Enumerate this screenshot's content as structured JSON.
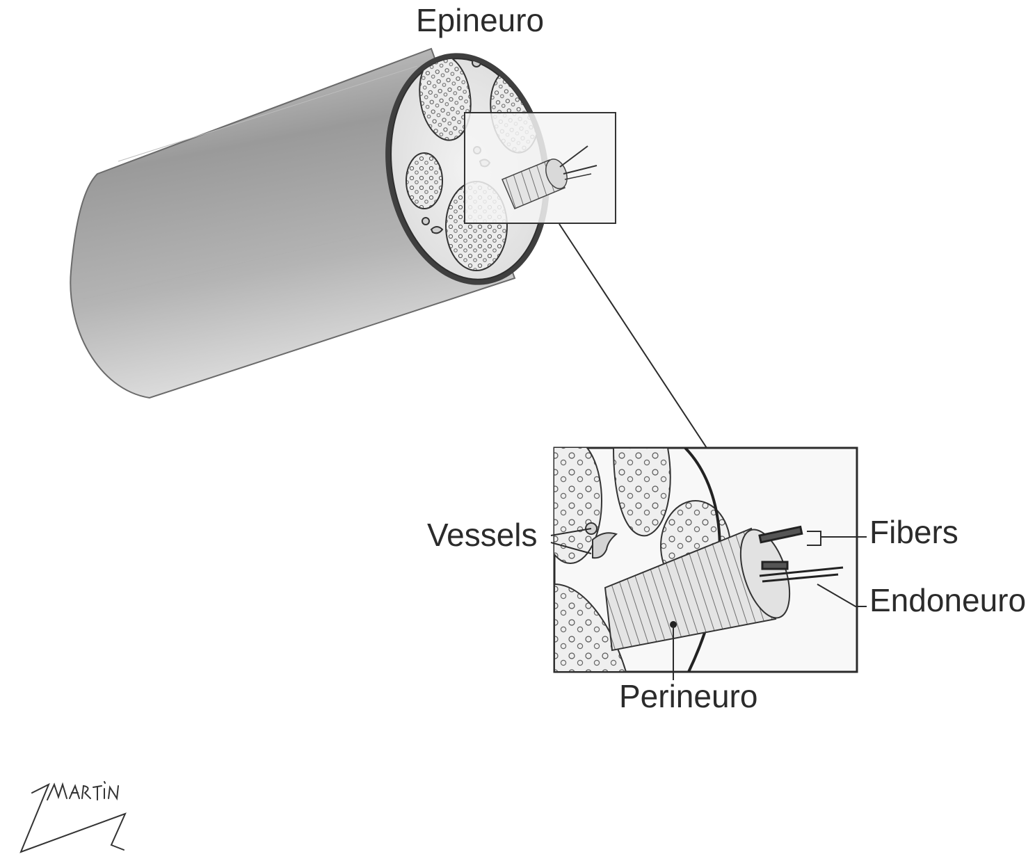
{
  "labels": {
    "epineuro": "Epineuro",
    "vessels": "Vessels",
    "fibers": "Fibers",
    "endoneuro": "Endoneuro",
    "perineuro": "Perineuro"
  },
  "signature": "MARTIN",
  "colors": {
    "ink": "#2b2b2b",
    "shade_dark": "#8c8c8c",
    "shade_mid": "#a8a8a8",
    "shade_light": "#d6d6d6",
    "paper": "#ffffff"
  }
}
